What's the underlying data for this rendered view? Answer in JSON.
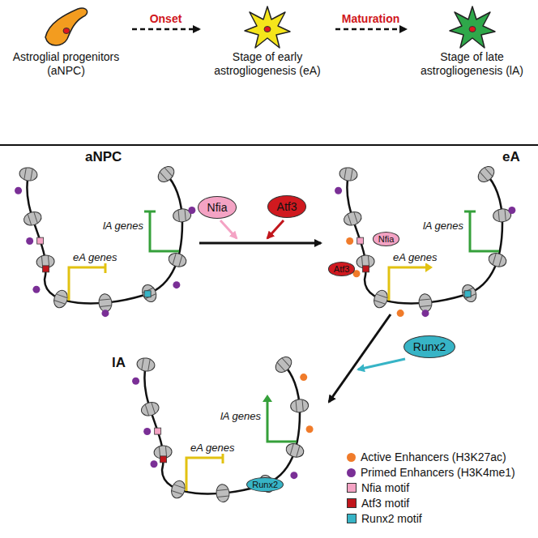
{
  "diagram": {
    "nodes": [
      {
        "text": [
          "Astroglial progenitors (aNPC)"
        ]
      },
      {
        "text": [
          "Stage of early astrogliogenesis (eA)"
        ]
      },
      {
        "text": [
          "Stage of late astrogliogenesis (lA)"
        ]
      },
      {
        "text": [
          "Nfia"
        ]
      },
      {
        "text": [
          "Atf3"
        ]
      },
      {
        "text": [
          "Nfia"
        ]
      },
      {
        "text": [
          "Atf3"
        ]
      },
      {
        "text": [
          "Runx2"
        ]
      },
      {
        "text": [
          "Runx2"
        ]
      }
    ],
    "edges": [
      {
        "from": 0,
        "to": 1,
        "label": "Onset",
        "arrow": "to"
      },
      {
        "from": 1,
        "to": 2,
        "label": "Maturation",
        "arrow": "to"
      }
    ],
    "labels": [
      "aNPC",
      "lA genes",
      "eA genes",
      "eA",
      "lA genes",
      "eA genes",
      "lA",
      "lA genes",
      "eA genes"
    ],
    "legend": [
      {
        "text": "Active Enhancers (H3K27ac)",
        "color": "#f07b2a"
      },
      {
        "text": "Primed Enhancers (H3K4me1)",
        "color": "#7a2f96"
      },
      {
        "text": "Nfia motif",
        "color": "#f4a3c4"
      },
      {
        "text": "Atf3 motif",
        "color": "#c1161c"
      },
      {
        "text": "Runx2 motif",
        "color": "#37b4c6"
      }
    ]
  }
}
